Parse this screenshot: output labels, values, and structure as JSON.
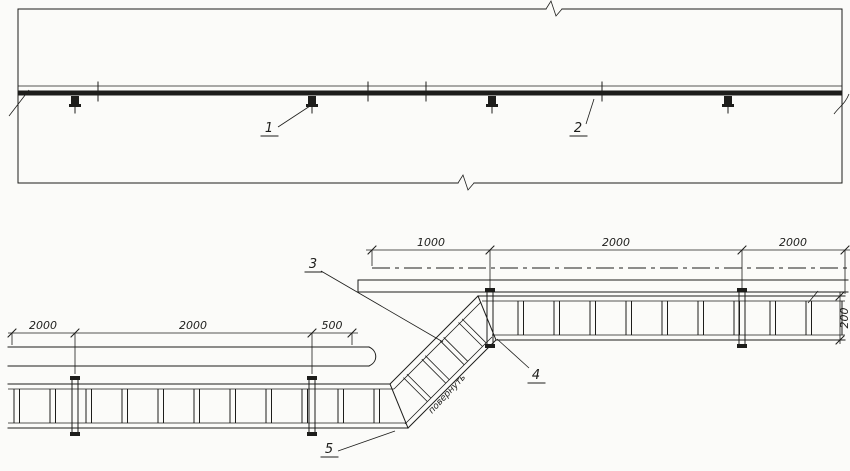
{
  "colors": {
    "ink": "#1d1d1b",
    "paper": "#fbfbf9"
  },
  "elevation": {
    "callout_1": "1",
    "callout_2": "2"
  },
  "plan": {
    "callout_3": "3",
    "callout_4": "4",
    "callout_5": "5",
    "dims_left": [
      "2000",
      "2000",
      "500"
    ],
    "dims_top": [
      "1000",
      "2000",
      "2000"
    ],
    "dim_right": "200",
    "note": "повернуть"
  }
}
